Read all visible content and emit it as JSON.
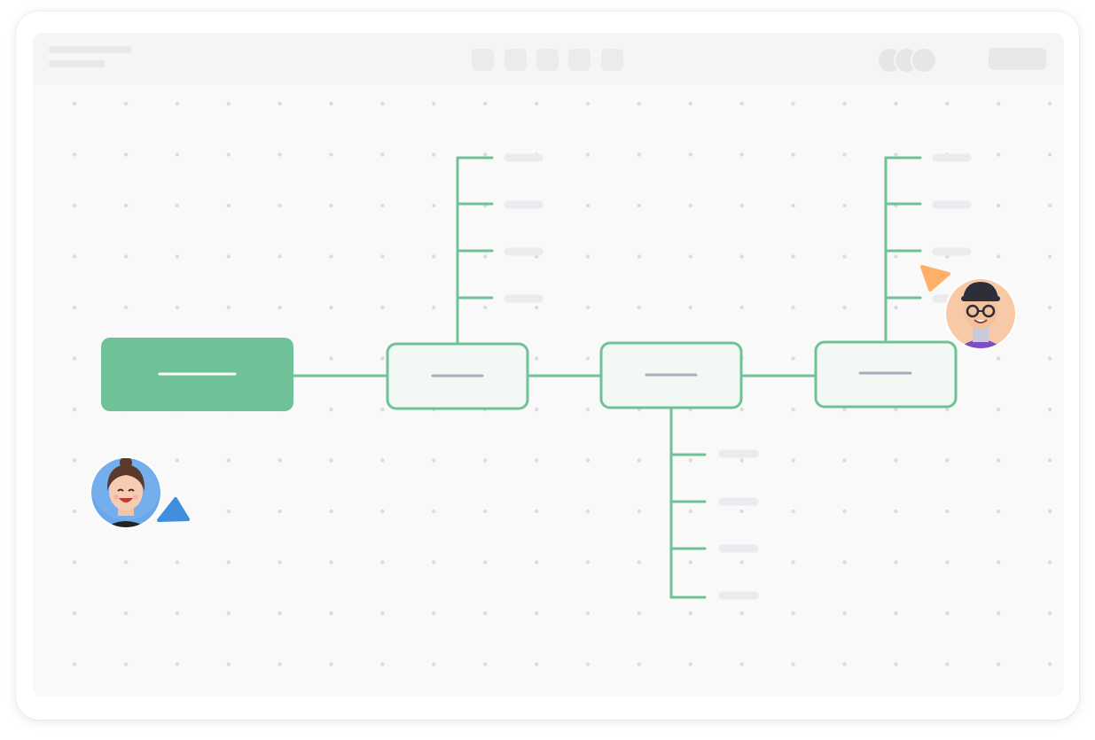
{
  "app": {
    "title": "",
    "subtitle": ""
  },
  "toolbar": {
    "tools": [
      "tool-1",
      "tool-2",
      "tool-3",
      "tool-4",
      "tool-5"
    ],
    "collaborators_count_visible": 3,
    "share_label": ""
  },
  "diagram": {
    "type": "mind-map",
    "root_label": "",
    "branches": [
      {
        "label": "",
        "leaves": [
          "",
          "",
          "",
          ""
        ],
        "leaf_side": "top"
      },
      {
        "label": "",
        "leaves": [
          "",
          "",
          "",
          ""
        ],
        "leaf_side": "bottom"
      },
      {
        "label": "",
        "leaves": [
          "",
          "",
          "",
          ""
        ],
        "leaf_side": "top"
      }
    ]
  },
  "collaborators": [
    {
      "name": "",
      "cursor_color": "#3f8ee0",
      "icon": "woman-avatar-icon"
    },
    {
      "name": "",
      "cursor_color": "#ffb068",
      "icon": "man-with-glasses-avatar-icon"
    }
  ],
  "colors": {
    "accent": "#6fc297",
    "node_fill": "#f2f8f4",
    "node_label": "#a8acbc",
    "leaf_placeholder": "#e9ebef",
    "grid_dot": "#dcdcdc"
  }
}
